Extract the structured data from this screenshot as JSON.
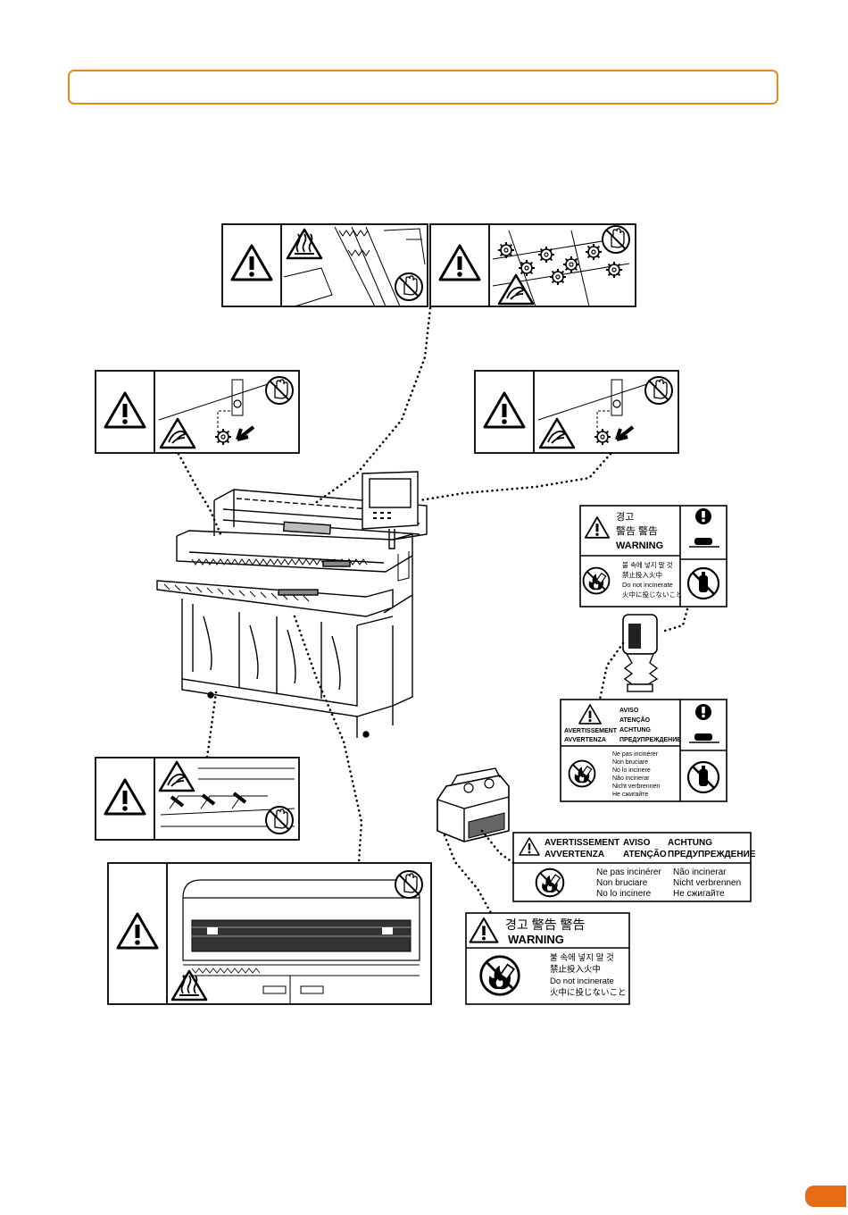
{
  "header": {
    "title": ""
  },
  "labels": {
    "toner_small": {
      "warning_ko": "경고",
      "warning_cjk": "警告  警告",
      "warning_en": "WARNING",
      "lines": [
        "불 속에 넣지 말 것",
        "禁止投入火中",
        "Do not incinerate",
        "火中に投じないこと"
      ]
    },
    "toner_multi": {
      "headings_left": [
        "AVERTISSEMENT",
        "AVVERTENZA"
      ],
      "headings_right": [
        "AVISO",
        "ATENÇÃO",
        "ACHTUNG",
        "ПРЕДУПРЕЖДЕНИЕ"
      ],
      "lines": [
        "Ne pas incinérer",
        "Non bruciare",
        "No lo incinere",
        "Não incinerar",
        "Nicht verbrennen",
        "Не сжигайте"
      ]
    },
    "cartridge_multi": {
      "heading_row1": [
        "AVERTISSEMENT",
        "AVISO",
        "ACHTUNG"
      ],
      "heading_row2": [
        "AVVERTENZA",
        "ATENÇÃO",
        "ПРЕДУПРЕЖДЕНИЕ"
      ],
      "col1": [
        "Ne pas incinérer",
        "Non bruciare",
        "No lo incinere"
      ],
      "col2": [
        "Não incinerar",
        "Nicht verbrennen",
        "Не сжигайте"
      ]
    },
    "cartridge_cjk": {
      "heading_line1": "경고  警告  警告",
      "heading_line2": "WARNING",
      "lines": [
        "불 속에 넣지 말 것",
        "禁止投入火中",
        "Do not incinerate",
        "火中に投じないこと"
      ]
    }
  },
  "colors": {
    "accent": "#e58a1f",
    "badge": "#e86c12"
  }
}
